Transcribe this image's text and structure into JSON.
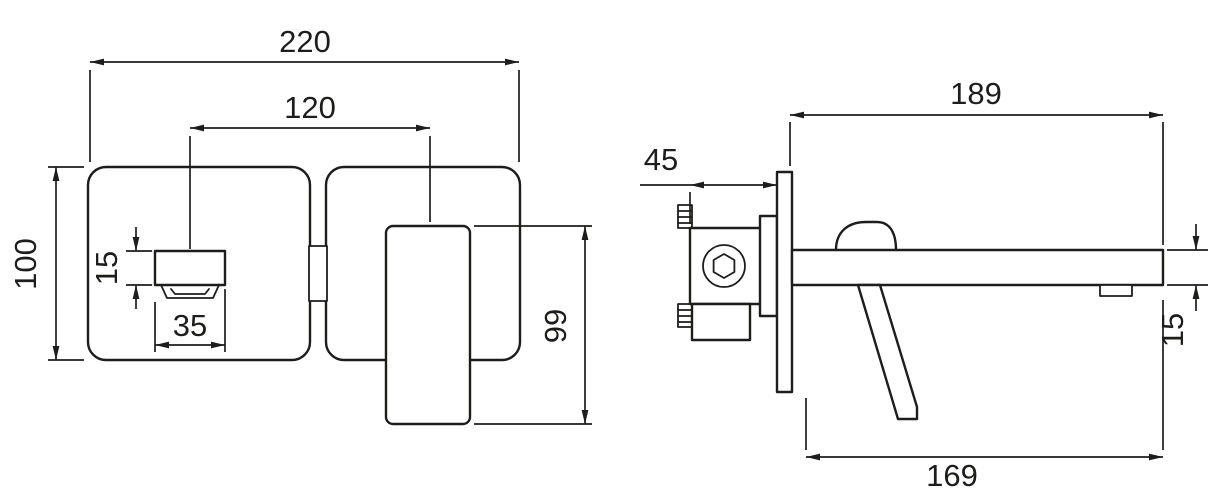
{
  "colors": {
    "background": "#ffffff",
    "line": "#1d1d1b"
  },
  "front_view": {
    "dim_overall_width": "220",
    "dim_center_spacing": "120",
    "dim_plate_height": "100",
    "dim_spout_height": "15",
    "dim_spout_width": "35",
    "dim_handle_length": "99"
  },
  "side_view": {
    "dim_body_depth": "45",
    "dim_spout_reach": "189",
    "dim_tip_height": "15",
    "dim_underside_reach": "169"
  }
}
